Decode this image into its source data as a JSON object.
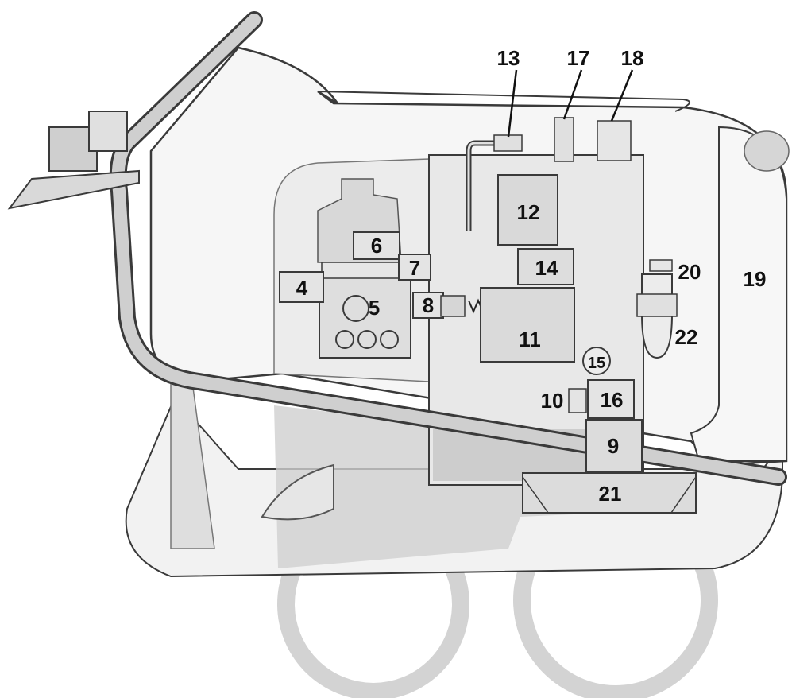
{
  "diagram": {
    "labels": {
      "l4": "4",
      "l5": "5",
      "l6": "6",
      "l7": "7",
      "l8": "8",
      "l9": "9",
      "l10": "10",
      "l11": "11",
      "l12": "12",
      "l13": "13",
      "l14": "14",
      "l15": "15",
      "l16": "16",
      "l17": "17",
      "l18": "18",
      "l19": "19",
      "l20": "20",
      "l21": "21",
      "l22": "22"
    }
  },
  "colors": {
    "outline": "#3a3a3a",
    "body_fill": "#f4f4f4",
    "part_fill": "#dcdcdc",
    "frame_fill": "#cfcfcf",
    "wheel": "#d0d0d0"
  }
}
